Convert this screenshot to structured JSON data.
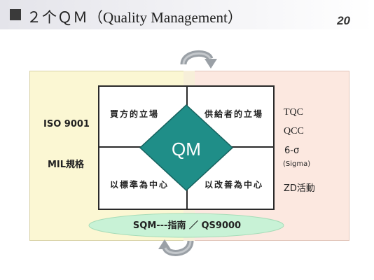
{
  "header": {
    "number": "２个",
    "qm": "ＱＭ",
    "subtitle": "（Quality Management）",
    "page_number": "20"
  },
  "left_panel": {
    "items": [
      "ISO 9001",
      "MIL規格"
    ]
  },
  "right_panel": {
    "items": [
      "TQC",
      "QCC",
      "6-σ",
      "(Sigma)",
      "ZD活動"
    ]
  },
  "grid": {
    "top_left": "買方的立場",
    "top_right": "供給者的立場",
    "bottom_left": "以標準為中心",
    "bottom_right": "以改善為中心"
  },
  "center": {
    "label": "QM"
  },
  "footer_band": {
    "text": "SQM---指南 ／ QS9000"
  },
  "colors": {
    "left_panel": "#fbf7d3",
    "right_panel": "#fce8e0",
    "diamond": "#1f8e88",
    "ellipse": "#c8f2d6",
    "arrow": "#9aa0a6"
  }
}
